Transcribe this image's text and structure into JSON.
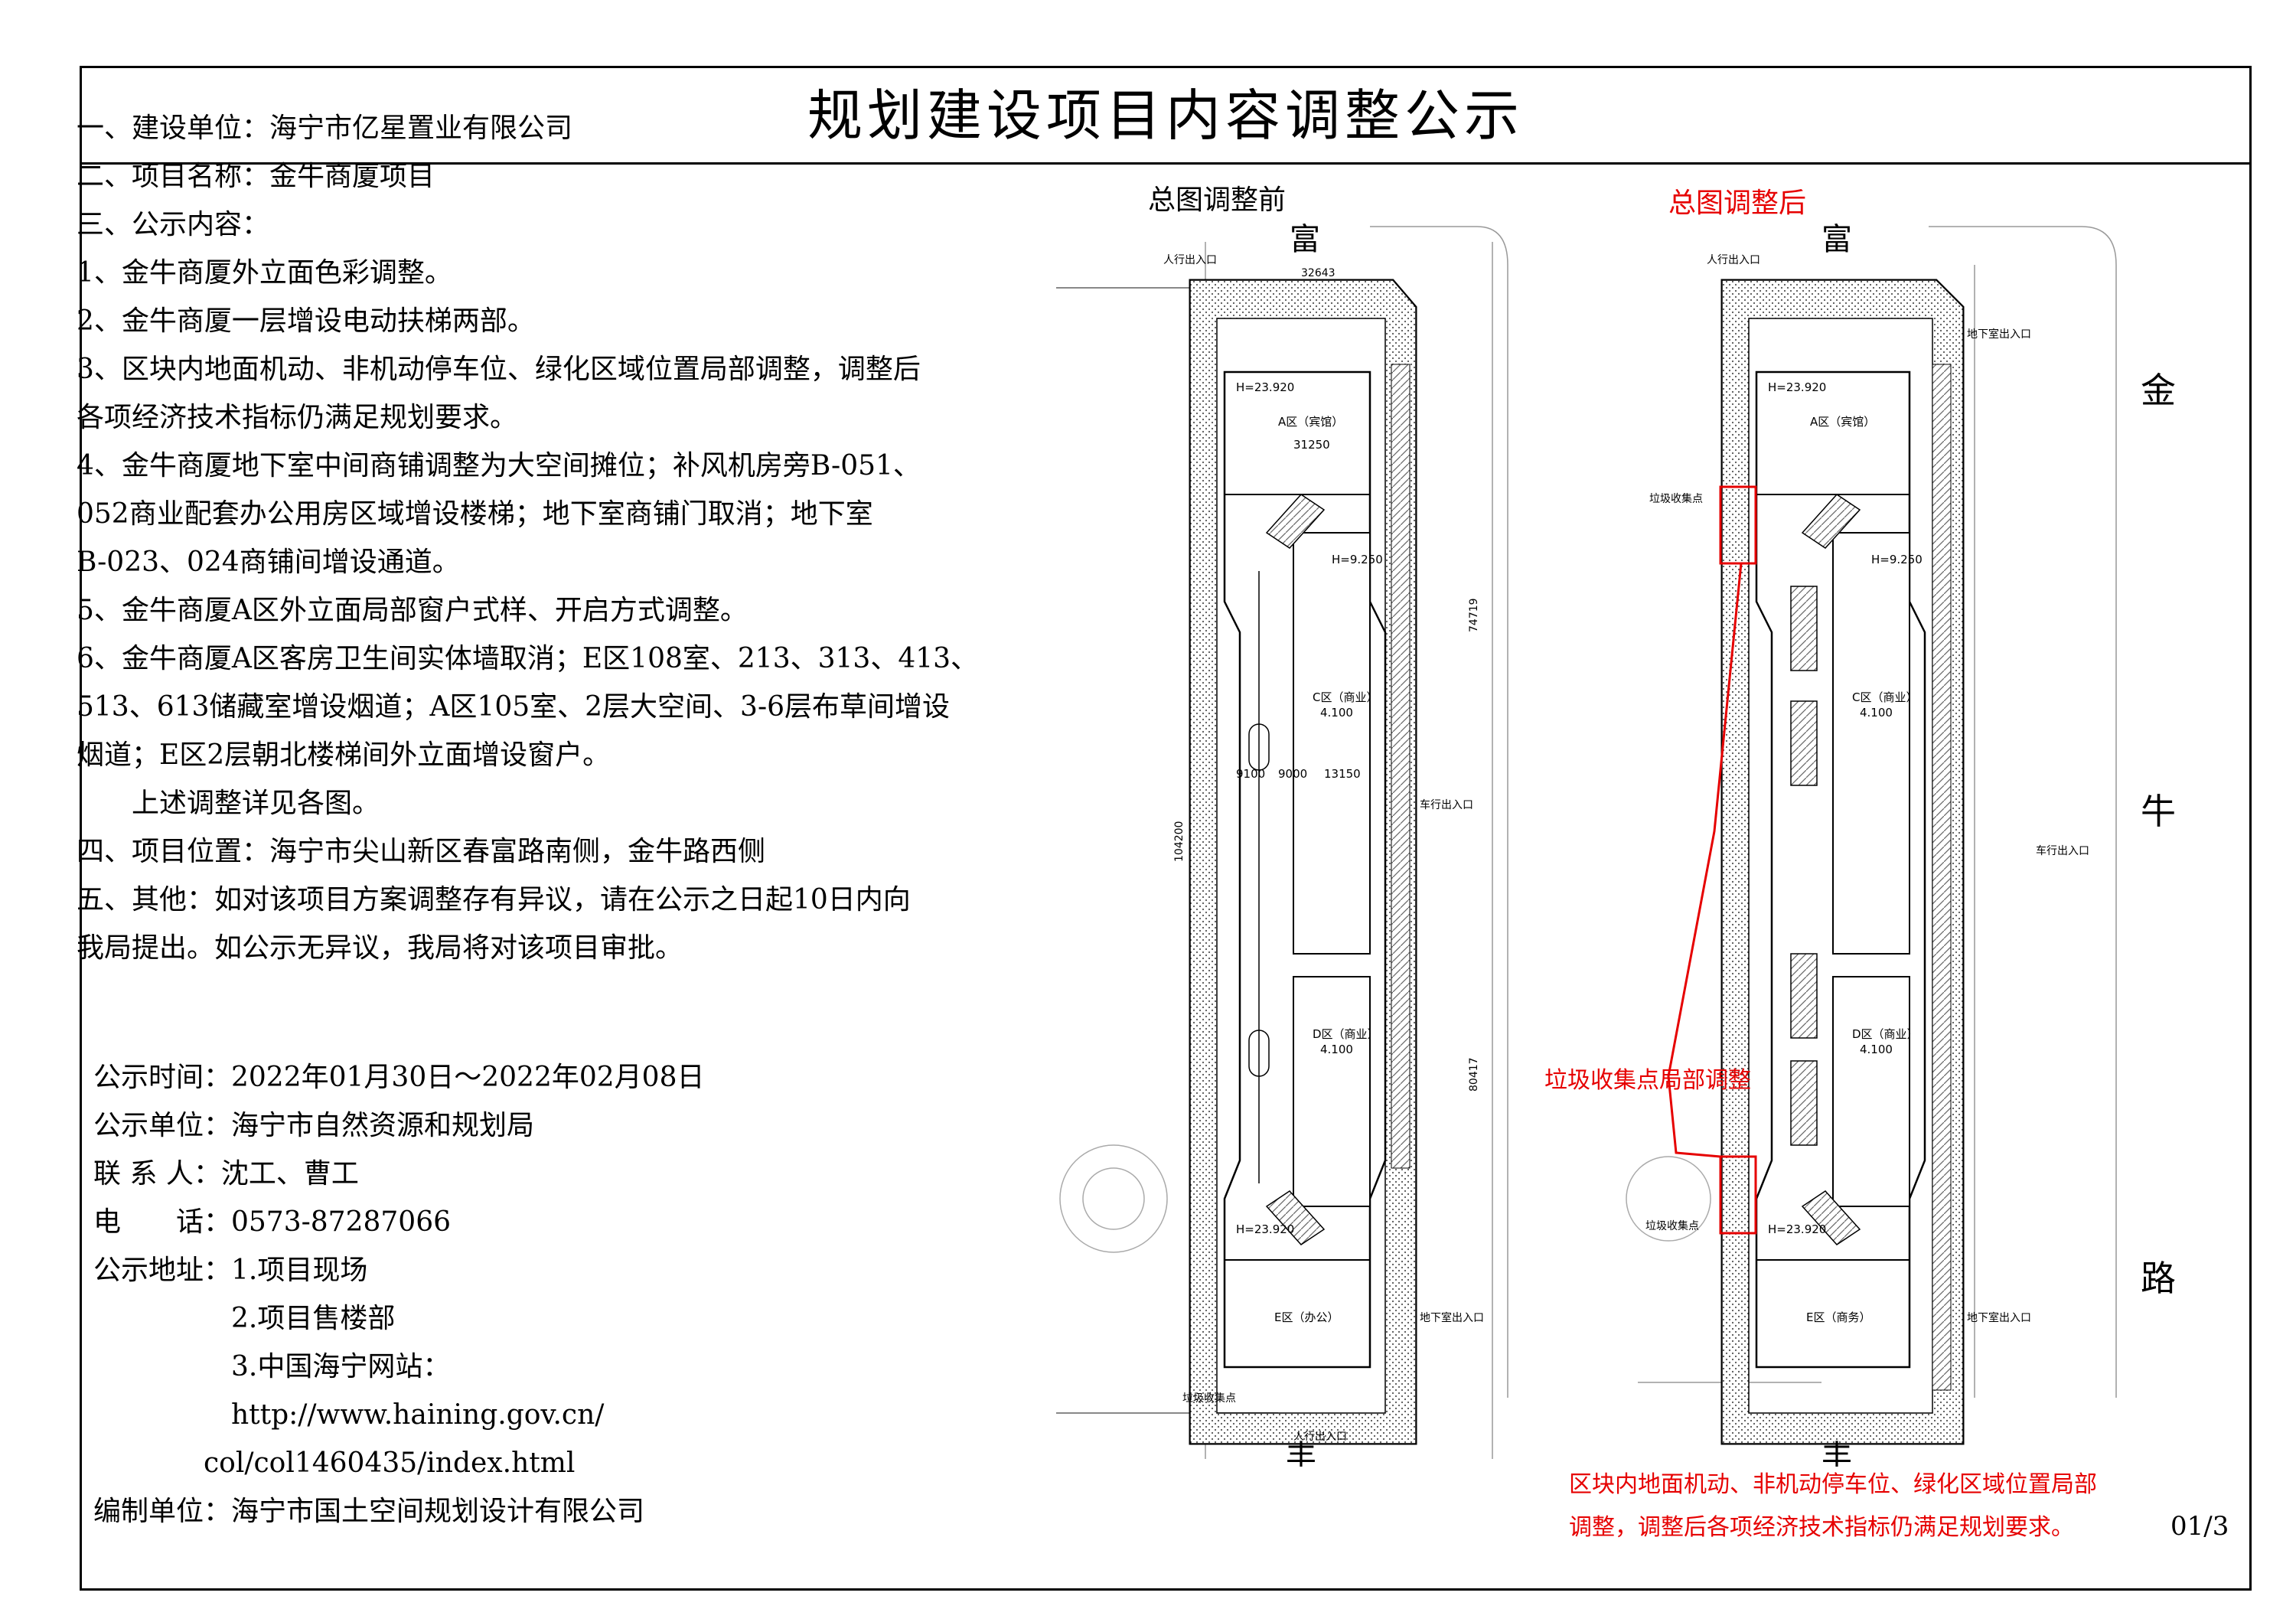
{
  "title": "规划建设项目内容调整公示",
  "lines": [
    "一、建设单位：海宁市亿星置业有限公司",
    "二、项目名称：金牛商厦项目",
    "三、公示内容：",
    "1、金牛商厦外立面色彩调整。",
    "2、金牛商厦一层增设电动扶梯两部。",
    "3、区块内地面机动、非机动停车位、绿化区域位置局部调整，调整后",
    "各项经济技术指标仍满足规划要求。",
    "4、金牛商厦地下室中间商铺调整为大空间摊位；补风机房旁B-051、",
    "052商业配套办公用房区域增设楼梯；地下室商铺门取消；地下室",
    "B-023、024商铺间增设通道。",
    "5、金牛商厦A区外立面局部窗户式样、开启方式调整。",
    "6、金牛商厦A区客房卫生间实体墙取消；E区108室、213、313、413、",
    "513、613储藏室增设烟道；A区105室、2层大空间、3-6层布草间增设",
    "烟道；E区2层朝北楼梯间外立面增设窗户。",
    "　　上述调整详见各图。",
    "四、项目位置：海宁市尖山新区春富路南侧，金牛路西侧",
    "五、其他：如对该项目方案调整存有异议，请在公示之日起10日内向",
    "我局提出。如公示无异议，我局将对该项目审批。"
  ],
  "meta": [
    "公示时间：2022年01月30日～2022年02月08日",
    "公示单位：海宁市自然资源和规划局",
    "联 系 人：沈工、曹工",
    "电　　话：0573-87287066",
    "公示地址：1.项目现场",
    "　　　　　2.项目售楼部",
    "　　　　　3.中国海宁网站：",
    "　　　　　http://www.haining.gov.cn/",
    "　　　　col/col1460435/index.html",
    "编制单位：海宁市国土空间规划设计有限公司"
  ],
  "plan_before_caption": "总图调整前",
  "plan_after_caption": "总图调整后",
  "garbage_note": "垃圾收集点局部调整",
  "red_note": [
    "区块内地面机动、非机动停车位、绿化区域位置局部",
    "调整，调整后各项经济技术指标仍满足规划要求。"
  ],
  "page_number": "01/3",
  "plan_labels": {
    "road_top": "富",
    "road_bottom": "丰",
    "road_right_1": "金",
    "road_right_2": "牛",
    "road_right_3": "路",
    "zone_a": "A区（宾馆）",
    "zone_c": "C区（商业）",
    "zone_d": "D区（商业）",
    "zone_e_before": "E区（办公）",
    "zone_e_after": "E区（商务）",
    "h_top": "H=23.920",
    "h_mid": "H=9.250",
    "h_low": "H=23.920",
    "elev": "4.100",
    "garbage_point": "垃圾收集点",
    "entrance_person": "人行出入口",
    "car_entrance": "车行出入口",
    "basement": "地下室出入口",
    "dim_total": "104200",
    "dim_width": "32643",
    "dim_a": "31250",
    "dim_c": "13150",
    "dim_9100": "9100",
    "dim_9000": "9000",
    "dim_right": "80417",
    "dim_right_top": "74719"
  }
}
